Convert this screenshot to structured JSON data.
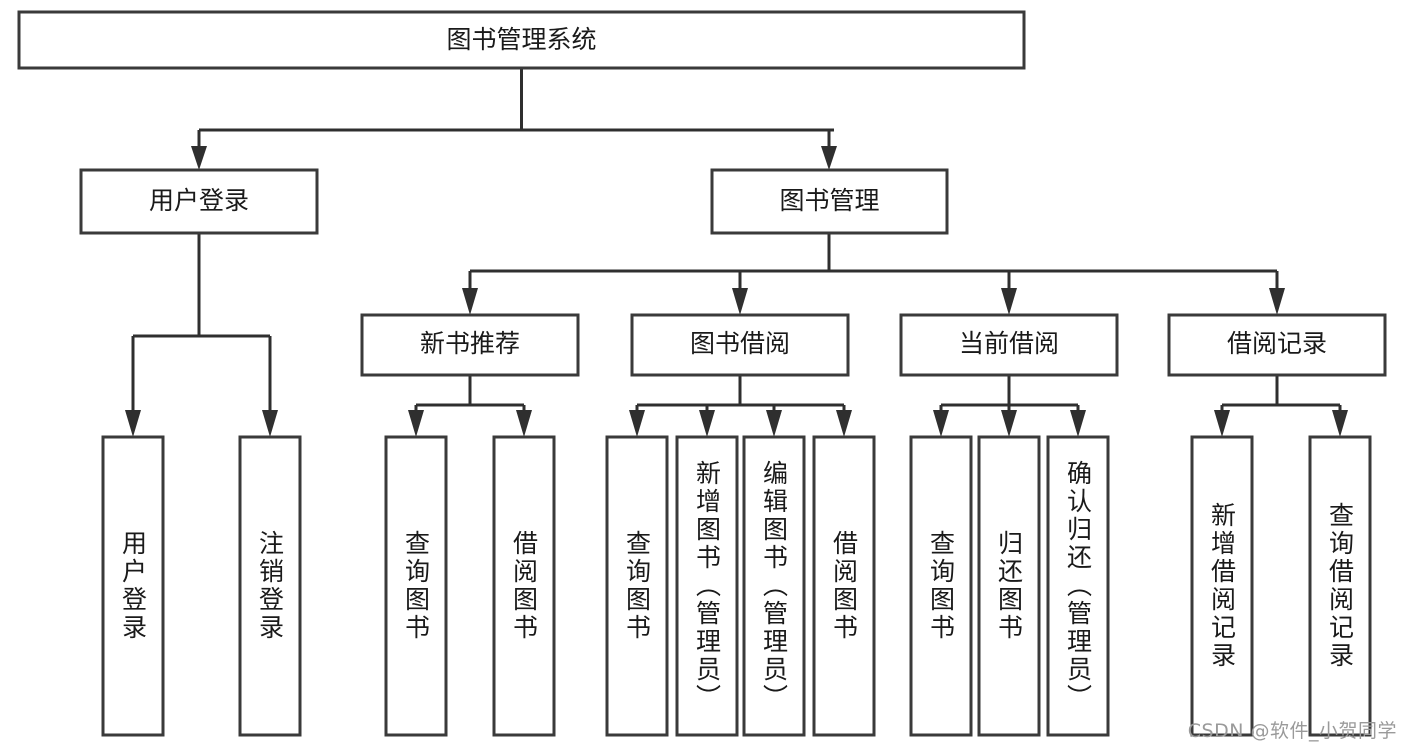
{
  "diagram": {
    "title": "图书管理系统",
    "watermark": "CSDN @软件_小贺同学",
    "type": "tree-hierarchy",
    "colors": {
      "box_fill": "#ffffff",
      "box_stroke": "#3a3a3a",
      "edge_stroke": "#2f2f2f",
      "text": "#1a1a1a",
      "watermark": "#9a9a9a",
      "background": "#ffffff"
    },
    "root": {
      "label": "图书管理系统",
      "orientation": "horizontal"
    },
    "level2": [
      {
        "id": "user-login",
        "label": "用户登录",
        "orientation": "horizontal"
      },
      {
        "id": "book-management",
        "label": "图书管理",
        "orientation": "horizontal"
      }
    ],
    "level3": [
      {
        "id": "new-book-recommend",
        "label": "新书推荐",
        "parent": "book-management",
        "orientation": "horizontal"
      },
      {
        "id": "book-borrow",
        "label": "图书借阅",
        "parent": "book-management",
        "orientation": "horizontal"
      },
      {
        "id": "current-borrow",
        "label": "当前借阅",
        "parent": "book-management",
        "orientation": "horizontal"
      },
      {
        "id": "borrow-record",
        "label": "借阅记录",
        "parent": "book-management",
        "orientation": "horizontal"
      }
    ],
    "leaves": [
      {
        "id": "leaf-user-login",
        "label": "用户登录",
        "parent": "user-login",
        "orientation": "vertical"
      },
      {
        "id": "leaf-logout-login",
        "label": "注销登录",
        "parent": "user-login",
        "orientation": "vertical"
      },
      {
        "id": "leaf-query-book-1",
        "label": "查询图书",
        "parent": "new-book-recommend",
        "orientation": "vertical"
      },
      {
        "id": "leaf-borrow-book-1",
        "label": "借阅图书",
        "parent": "new-book-recommend",
        "orientation": "vertical"
      },
      {
        "id": "leaf-query-book-2",
        "label": "查询图书",
        "parent": "book-borrow",
        "orientation": "vertical"
      },
      {
        "id": "leaf-add-book",
        "label": "新增图书（管理员）",
        "parent": "book-borrow",
        "orientation": "vertical"
      },
      {
        "id": "leaf-edit-book",
        "label": "编辑图书（管理员）",
        "parent": "book-borrow",
        "orientation": "vertical"
      },
      {
        "id": "leaf-borrow-book-2",
        "label": "借阅图书",
        "parent": "book-borrow",
        "orientation": "vertical"
      },
      {
        "id": "leaf-query-book-3",
        "label": "查询图书",
        "parent": "current-borrow",
        "orientation": "vertical"
      },
      {
        "id": "leaf-return-book",
        "label": "归还图书",
        "parent": "current-borrow",
        "orientation": "vertical"
      },
      {
        "id": "leaf-confirm-return",
        "label": "确认归还（管理员）",
        "parent": "current-borrow",
        "orientation": "vertical"
      },
      {
        "id": "leaf-add-record",
        "label": "新增借阅记录",
        "parent": "borrow-record",
        "orientation": "vertical"
      },
      {
        "id": "leaf-query-record",
        "label": "查询借阅记录",
        "parent": "borrow-record",
        "orientation": "vertical"
      }
    ]
  }
}
